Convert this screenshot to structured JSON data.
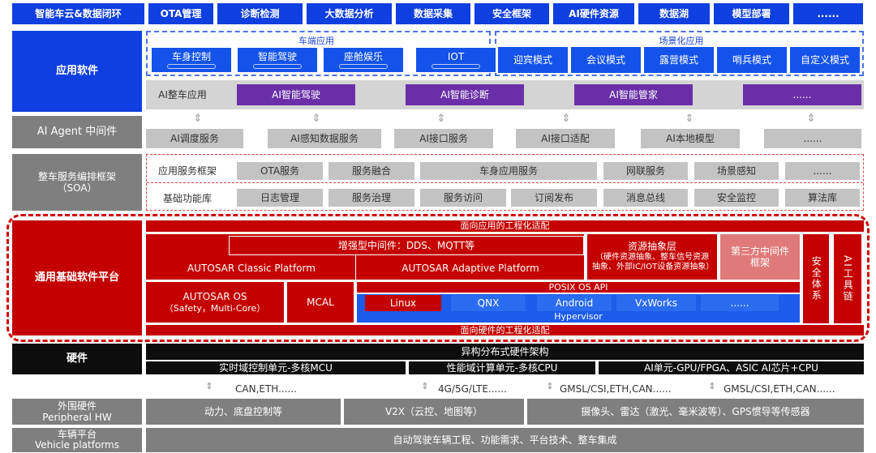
{
  "top_nav": [
    "智能车云&数据闭环",
    "OTA管理",
    "诊断检测",
    "大数据分析",
    "数据采集",
    "安全框架",
    "AI硬件资源",
    "数据湖",
    "模型部署",
    "......"
  ],
  "app_software": {
    "label": "应用软件",
    "vehicle_group_title": "车端应用",
    "vehicle_apps": [
      "车身控制",
      "智能驾驶",
      "座舱娱乐",
      "IOT"
    ],
    "scene_group_title": "场景化应用",
    "scene_apps": [
      "迎宾模式",
      "会议模式",
      "露营模式",
      "哨兵模式",
      "自定义模式"
    ],
    "ai_row_label": "AI整车应用",
    "ai_apps": [
      "AI智能驾驶",
      "AI智能诊断",
      "AI智能管家",
      "......"
    ]
  },
  "agent": {
    "label": "AI Agent 中间件",
    "items": [
      "AI调度服务",
      "AI感知数据服务",
      "AI接口服务",
      "AI接口适配",
      "AI本地模型",
      "......"
    ]
  },
  "soa": {
    "label": "整车服务编排框架（SOA）",
    "row1_label": "应用服务框架",
    "row1": [
      "OTA服务",
      "服务融合",
      "车身应用服务",
      "网联服务",
      "场景感知",
      "......"
    ],
    "row2_label": "基础功能库",
    "row2": [
      "日志管理",
      "服务治理",
      "服务访问",
      "订阅发布",
      "消息总线",
      "安全监控",
      "算法库"
    ]
  },
  "platform": {
    "label": "通用基础软件平台",
    "top_banner": "面向应用的工程化适配",
    "middleware": "增强型中间件：DDS、MQTT等",
    "classic": "AUTOSAR Classic Platform",
    "adaptive": "AUTOSAR Adaptive Platform",
    "resource": "资源抽象层",
    "resource_desc": "（硬件资源抽象、整车信号资源抽象、外部IC/IOT设备资源抽象）",
    "third_party": "第三方中间件框架",
    "security": "安全体系",
    "ai_toolchain": "AI工具链",
    "os": "AUTOSAR OS",
    "os_desc": "（Safety，Multi-Core）",
    "mcal": "MCAL",
    "posix": "POSIX OS API",
    "oses": [
      "Linux",
      "QNX",
      "Android",
      "VxWorks",
      "......"
    ],
    "hypervisor": "Hypervisor",
    "bottom_banner": "面向硬件的工程化适配"
  },
  "hardware": {
    "label": "硬件",
    "arch": "异构分布式硬件架构",
    "mcu": "实时域控制单元-多核MCU",
    "cpu": "性能域计算单元-多核CPU",
    "ai": "AI单元-GPU/FPGA、ASIC AI芯片+CPU"
  },
  "buses": [
    "CAN,ETH......",
    "4G/5G/LTE......",
    "GMSL/CSI,ETH,CAN......",
    "GMSL/CSI,ETH,CAN......"
  ],
  "peripheral": {
    "label_cn": "外围硬件",
    "label_en": "Peripheral HW",
    "items": [
      "动力、底盘控制等",
      "V2X（云控、地图等）",
      "摄像头、雷达（激光、毫米波等）、GPS惯导等传感器"
    ]
  },
  "vehicle": {
    "label_cn": "车辆平台",
    "label_en": "Vehicle platforms",
    "desc": "自动驾驶车辆工程、功能需求、平台技术、整车集成"
  },
  "colors": {
    "blue": "#0f3fe0",
    "purple": "#6a2fa8",
    "red": "#c40000",
    "grey": "#c3c3c3",
    "black": "#0d0d0d"
  }
}
